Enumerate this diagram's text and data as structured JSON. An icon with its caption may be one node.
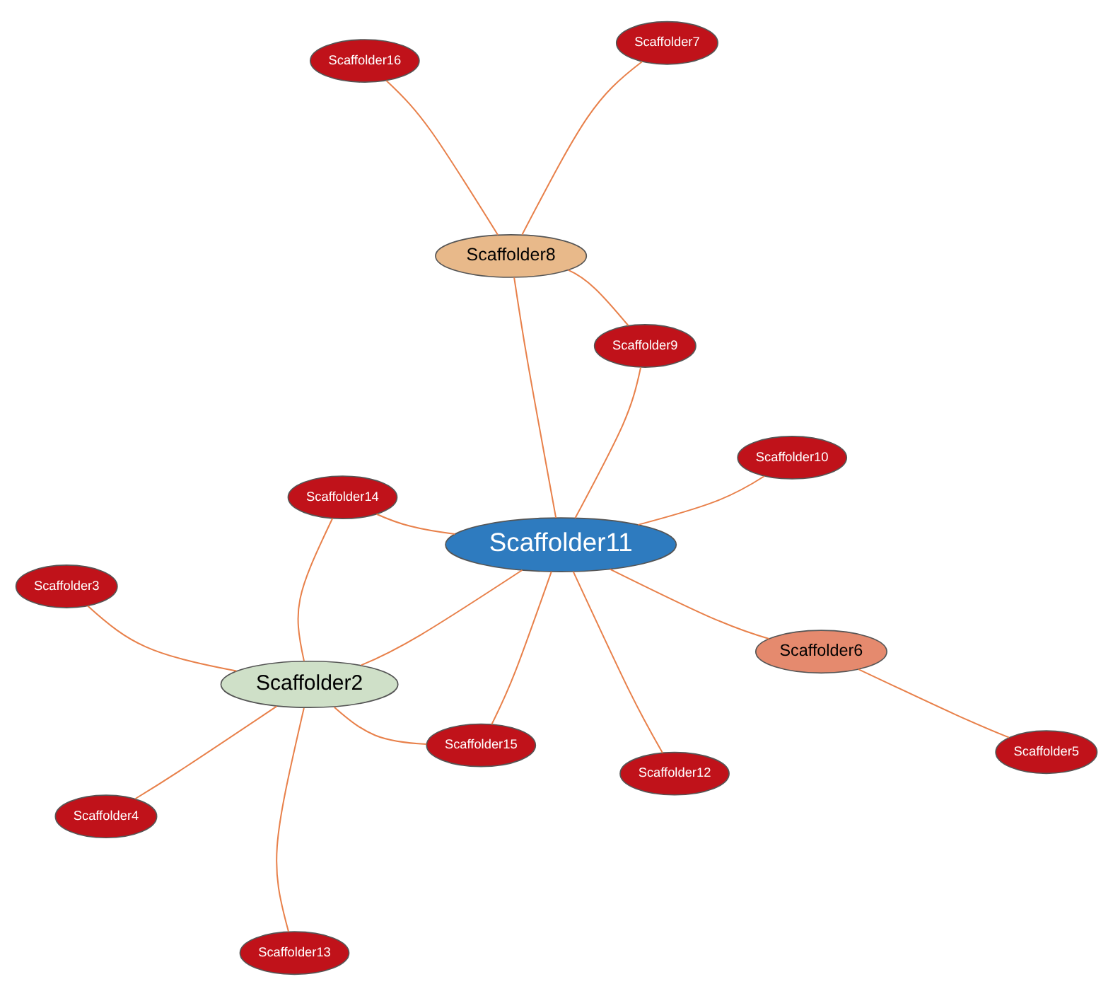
{
  "diagram": {
    "nodes": [
      {
        "text": [
          "Scaffolder3"
        ]
      },
      {
        "text": [
          "Scaffolder13"
        ]
      },
      {
        "text": [
          "Scaffolder4"
        ]
      },
      {
        "text": [
          "Scaffolder2"
        ]
      },
      {
        "text": [
          "Scaffolder10"
        ]
      },
      {
        "text": [
          "Scaffolder14"
        ]
      },
      {
        "text": [
          "Scaffolder15"
        ]
      },
      {
        "text": [
          "Scaffolder11"
        ]
      },
      {
        "text": [
          "Scaffolder12"
        ]
      },
      {
        "text": [
          "Scaffolder5"
        ]
      },
      {
        "text": [
          "Scaffolder9"
        ]
      },
      {
        "text": [
          "Scaffolder8"
        ]
      },
      {
        "text": [
          "Scaffolder6"
        ]
      },
      {
        "text": [
          "Scaffolder7"
        ]
      },
      {
        "text": [
          "Scaffolder16"
        ]
      }
    ],
    "edges": [
      {
        "from": 3,
        "to": 0,
        "arrow": "none"
      },
      {
        "from": 3,
        "to": 1,
        "arrow": "none"
      },
      {
        "from": 3,
        "to": 2,
        "arrow": "none"
      },
      {
        "from": 3,
        "to": 5,
        "arrow": "none"
      },
      {
        "from": 3,
        "to": 6,
        "arrow": "none"
      },
      {
        "from": 3,
        "to": 7,
        "arrow": "none"
      },
      {
        "from": 7,
        "to": 4,
        "arrow": "none"
      },
      {
        "from": 7,
        "to": 5,
        "arrow": "none"
      },
      {
        "from": 7,
        "to": 6,
        "arrow": "none"
      },
      {
        "from": 7,
        "to": 8,
        "arrow": "none"
      },
      {
        "from": 7,
        "to": 12,
        "arrow": "none"
      },
      {
        "from": 7,
        "to": 11,
        "arrow": "none"
      },
      {
        "from": 7,
        "to": 10,
        "arrow": "none"
      },
      {
        "from": 11,
        "to": 10,
        "arrow": "none"
      },
      {
        "from": 11,
        "to": 13,
        "arrow": "none"
      },
      {
        "from": 11,
        "to": 14,
        "arrow": "none"
      },
      {
        "from": 9,
        "to": 12,
        "arrow": "none"
      }
    ]
  }
}
